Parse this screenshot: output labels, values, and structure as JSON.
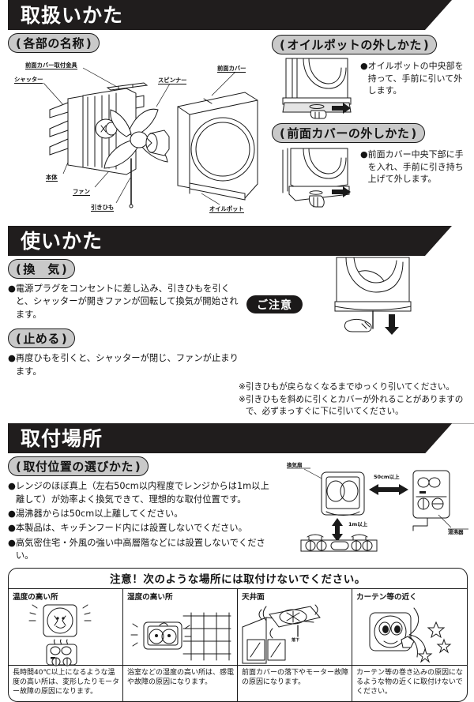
{
  "sections": {
    "handling": {
      "banner": "取扱いかた",
      "parts_heading": "各部の名称",
      "part_labels": {
        "bracket": "前面カバー取付金具",
        "shutter": "シャッター",
        "spinner": "スピンナー",
        "front_cover": "前面カバー",
        "body": "本体",
        "fan": "ファン",
        "pull_cord": "引きひも",
        "oil_pot": "オイルポット"
      },
      "oilpot_removal": {
        "heading": "オイルポットの外しかた",
        "bullet": "●",
        "text": "オイルポットの中央部を持って、手前に引いて外します。"
      },
      "cover_removal": {
        "heading": "前面カバーの外しかた",
        "bullet": "●",
        "text": "前面カバー中央下部に手を入れ、手前に引き持ち上げて外します。"
      }
    },
    "usage": {
      "banner": "使いかた",
      "ventilation": {
        "heading": "換　気",
        "bullet": "●",
        "text": "電源プラグをコンセントに差し込み、引きひもを引くと、シャッターが開きファンが回転して換気が開始されます。"
      },
      "stop": {
        "heading": "止める",
        "bullet": "●",
        "text": "再度ひもを引くと、シャッターが閉じ、ファンが止まります。"
      },
      "caution": {
        "badge": "ご注意",
        "items": [
          {
            "mark": "※",
            "text": "引きひもが戻らなくなるまでゆっくり引いてください。"
          },
          {
            "mark": "※",
            "text": "引きひもを斜めに引くとカバーが外れることがありますので、必ずまっすぐに下に引いてください。"
          }
        ]
      }
    },
    "mounting": {
      "banner": "取付場所",
      "heading": "取付位置の選びかた",
      "bullets": [
        {
          "bullet": "●",
          "text": "レンジのほぼ真上（左右50cm以内程度でレンジからは1m以上離して）が効率よく換気できて、理想的な取付位置です。"
        },
        {
          "bullet": "●",
          "text": "湯沸器からは50cm以上離してください。"
        },
        {
          "bullet": "●",
          "text": "本製品は、キッチンフード内には設置しないでください。"
        },
        {
          "bullet": "●",
          "text": "高気密住宅・外風の強い中高層階などには設置しないでください。"
        }
      ],
      "diagram": {
        "fan_label": "換気扇",
        "heater_label": "湯沸器",
        "horizontal_dim": "50cm以上",
        "vertical_dim": "1m以上"
      }
    },
    "warning_table": {
      "title": "注意！次のような場所には取付けないでください。",
      "columns": [
        {
          "head": "温度の高い所",
          "icon": "fan-over-heater-icon",
          "caption": "長時間40℃以上になるような温度の高い所は、変形したりモーター故障の原因になります。"
        },
        {
          "head": "湿度の高い所",
          "icon": "fan-in-bathroom-icon",
          "caption": "浴室などの湿度の高い所は、感電や故障の原因になります。"
        },
        {
          "head": "天井面",
          "icon": "fan-on-ceiling-icon",
          "caption": "前面カバーの落下やモーター故障の原因になります。"
        },
        {
          "head": "カーテン等の近く",
          "icon": "fan-near-curtain-icon",
          "caption": "カーテン等の巻き込みの原因になるような物の近くに取付けないでください。"
        }
      ]
    }
  },
  "colors": {
    "banner_bg": "#201d1d",
    "pill_bg": "#c9c9c9",
    "ink": "#1a1a1a"
  }
}
